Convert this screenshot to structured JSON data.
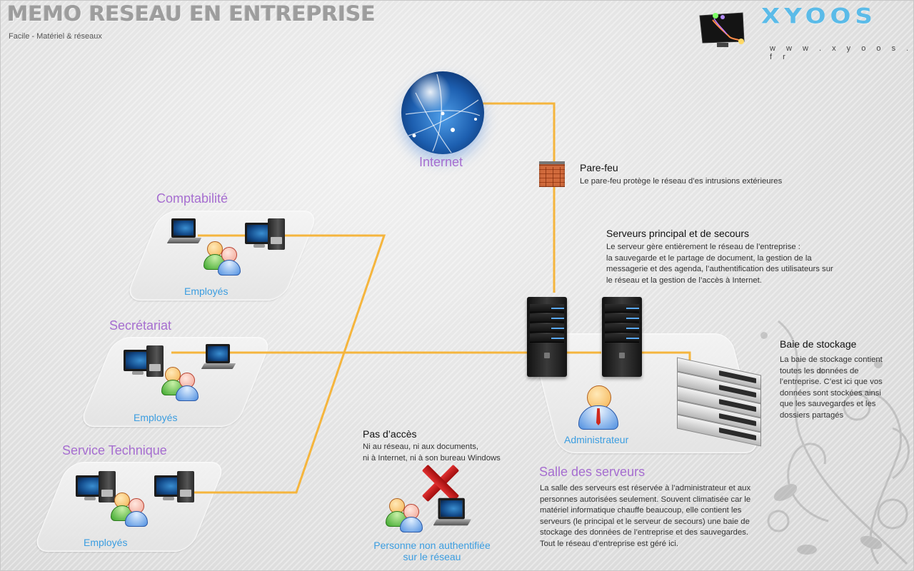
{
  "header": {
    "title": "MEMO RESEAU EN ENTREPRISE",
    "subtitle": "Facile - Matériel & réseaux"
  },
  "logo": {
    "brand": "XYOOS",
    "url": "w w w . x y o o s . f r",
    "icon": "monitor-logo-icon"
  },
  "colors": {
    "wire": "#f5b53d",
    "section_title": "#a66ed0",
    "label_blue": "#3b9de0",
    "no_access_x": "#d02020"
  },
  "internet": {
    "label": "Internet",
    "icon": "globe-icon"
  },
  "firewall": {
    "icon": "brick-wall-icon",
    "title": "Pare-feu",
    "description": "Le pare-feu protège le réseau d’es intrusions extérieures"
  },
  "servers_info": {
    "title": "Serveurs principal et de secours",
    "lines": [
      "Le serveur gère entièrement le réseau de l’entreprise :",
      "la sauvegarde et le partage de document, la gestion de la",
      "messagerie et des agenda, l’authentification des utilisateurs sur",
      "le réseau et la gestion de l’accès à Internet."
    ]
  },
  "storage_info": {
    "title": "Baie de stockage",
    "lines": [
      "La baie de stockage contient",
      "toutes les données de",
      "l’entreprise. C’est ici que vos",
      "données sont stockées ainsi",
      "que les sauvegardes et les",
      "dossiers partagés"
    ]
  },
  "server_room": {
    "title": "Salle des serveurs",
    "admin_label": "Administrateur",
    "lines": [
      "La salle des serveurs est réservée à l’administrateur et aux",
      "personnes autorisées seulement.  Souvent climatisée car le",
      "matériel informatique chauffe beaucoup, elle contient les",
      "serveurs (le principal et le serveur de secours) une baie de",
      "stockage des données de l’entreprise et des sauvegardes.",
      "Tout le réseau d’entreprise est géré ici."
    ]
  },
  "departments": [
    {
      "name": "Comptabilité",
      "label": "Employés",
      "devices": [
        "laptop",
        "desktop"
      ]
    },
    {
      "name": "Secrétariat",
      "label": "Employés",
      "devices": [
        "desktop",
        "laptop"
      ]
    },
    {
      "name": "Service Technique",
      "label": "Employés",
      "devices": [
        "desktop",
        "desktop"
      ]
    }
  ],
  "no_access": {
    "title": "Pas d’accès",
    "lines": [
      "Ni au réseau, ni aux documents,",
      "ni à Internet, ni à son bureau Windows"
    ],
    "label_lines": [
      "Personne non authentifiée",
      "sur le réseau"
    ]
  }
}
